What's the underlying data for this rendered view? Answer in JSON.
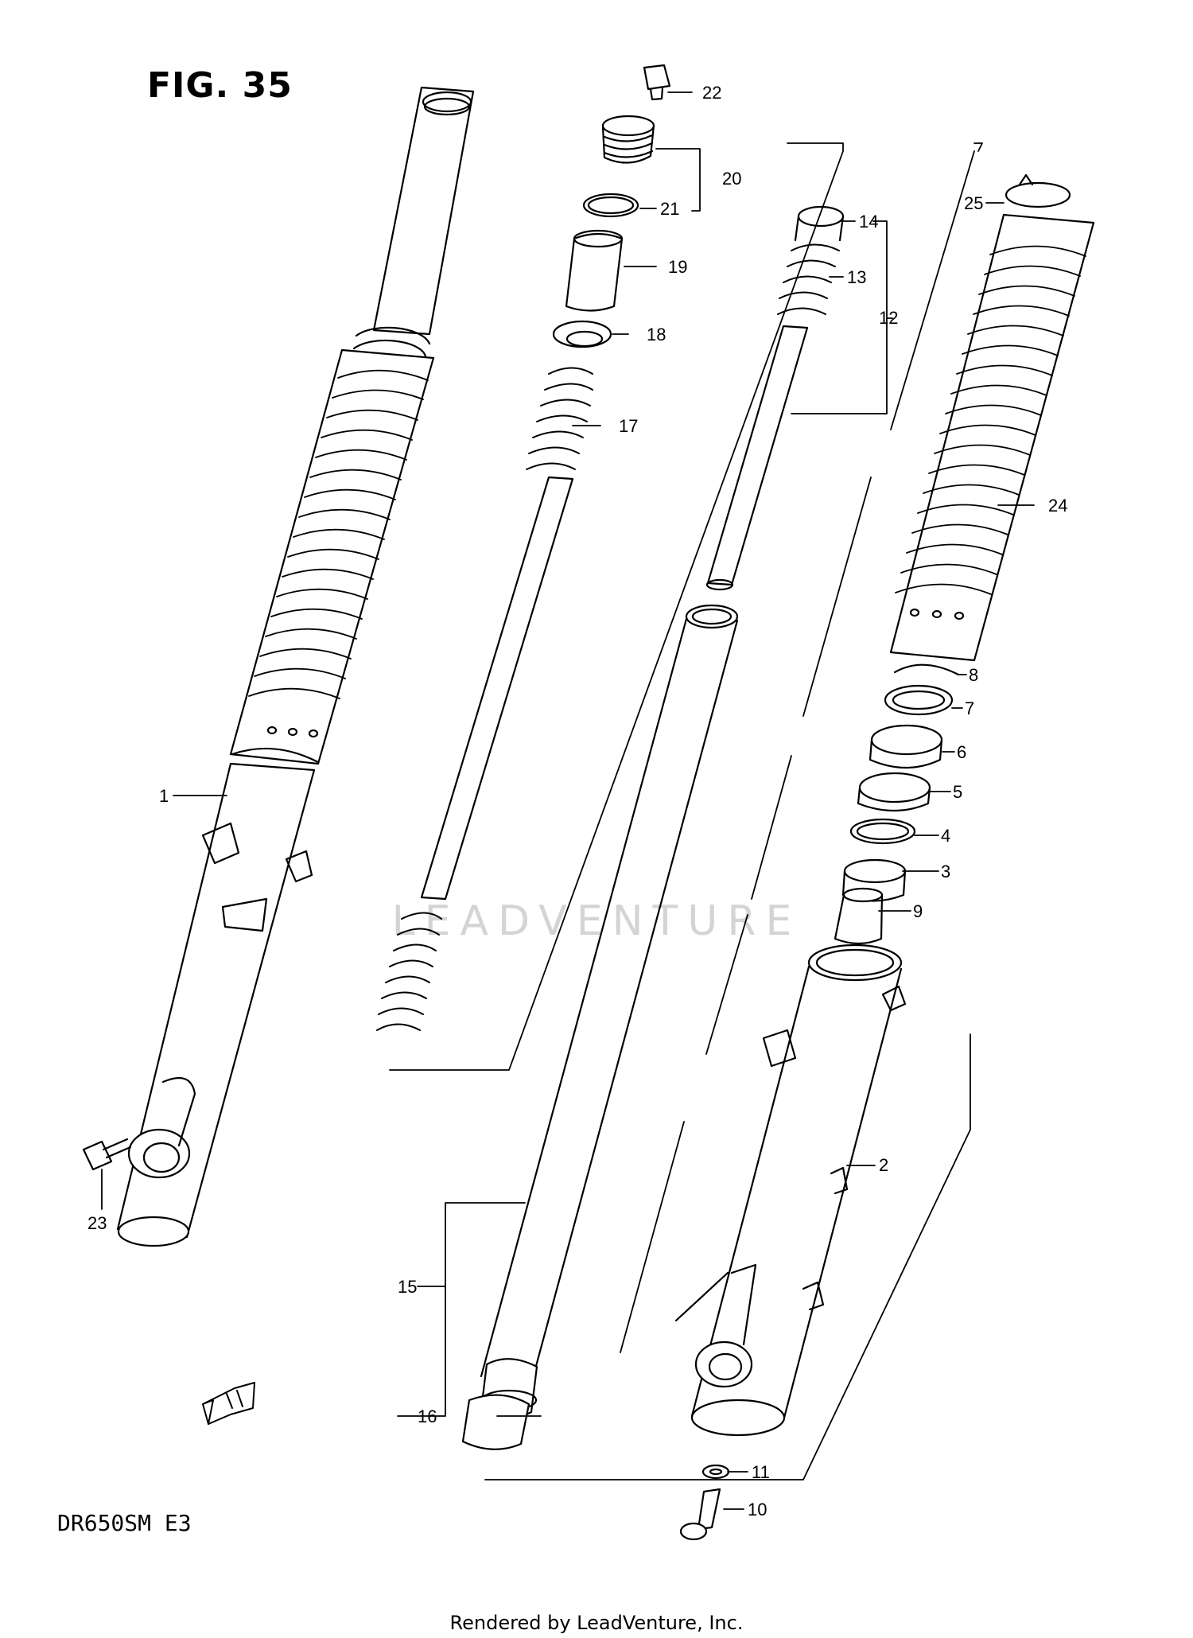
{
  "figure": {
    "title": "FIG. 35",
    "model": "DR650SM  E3",
    "footer": "Rendered by LeadVenture, Inc.",
    "watermark": "LEADVENTURE"
  },
  "callouts": [
    {
      "id": "c1",
      "label": "1"
    },
    {
      "id": "c2",
      "label": "2"
    },
    {
      "id": "c3",
      "label": "3"
    },
    {
      "id": "c4",
      "label": "4"
    },
    {
      "id": "c5",
      "label": "5"
    },
    {
      "id": "c6",
      "label": "6"
    },
    {
      "id": "c7",
      "label": "7"
    },
    {
      "id": "c8",
      "label": "8"
    },
    {
      "id": "c9",
      "label": "9"
    },
    {
      "id": "c10",
      "label": "10"
    },
    {
      "id": "c11",
      "label": "11"
    },
    {
      "id": "c12",
      "label": "12"
    },
    {
      "id": "c13",
      "label": "13"
    },
    {
      "id": "c14",
      "label": "14"
    },
    {
      "id": "c15",
      "label": "15"
    },
    {
      "id": "c16",
      "label": "16"
    },
    {
      "id": "c17",
      "label": "17"
    },
    {
      "id": "c18",
      "label": "18"
    },
    {
      "id": "c19",
      "label": "19"
    },
    {
      "id": "c20",
      "label": "20"
    },
    {
      "id": "c21",
      "label": "21"
    },
    {
      "id": "c22",
      "label": "22"
    },
    {
      "id": "c23",
      "label": "23"
    },
    {
      "id": "c24",
      "label": "24"
    },
    {
      "id": "c25",
      "label": "25"
    }
  ],
  "direction_marker": {
    "icon": "front-arrow-icon"
  }
}
